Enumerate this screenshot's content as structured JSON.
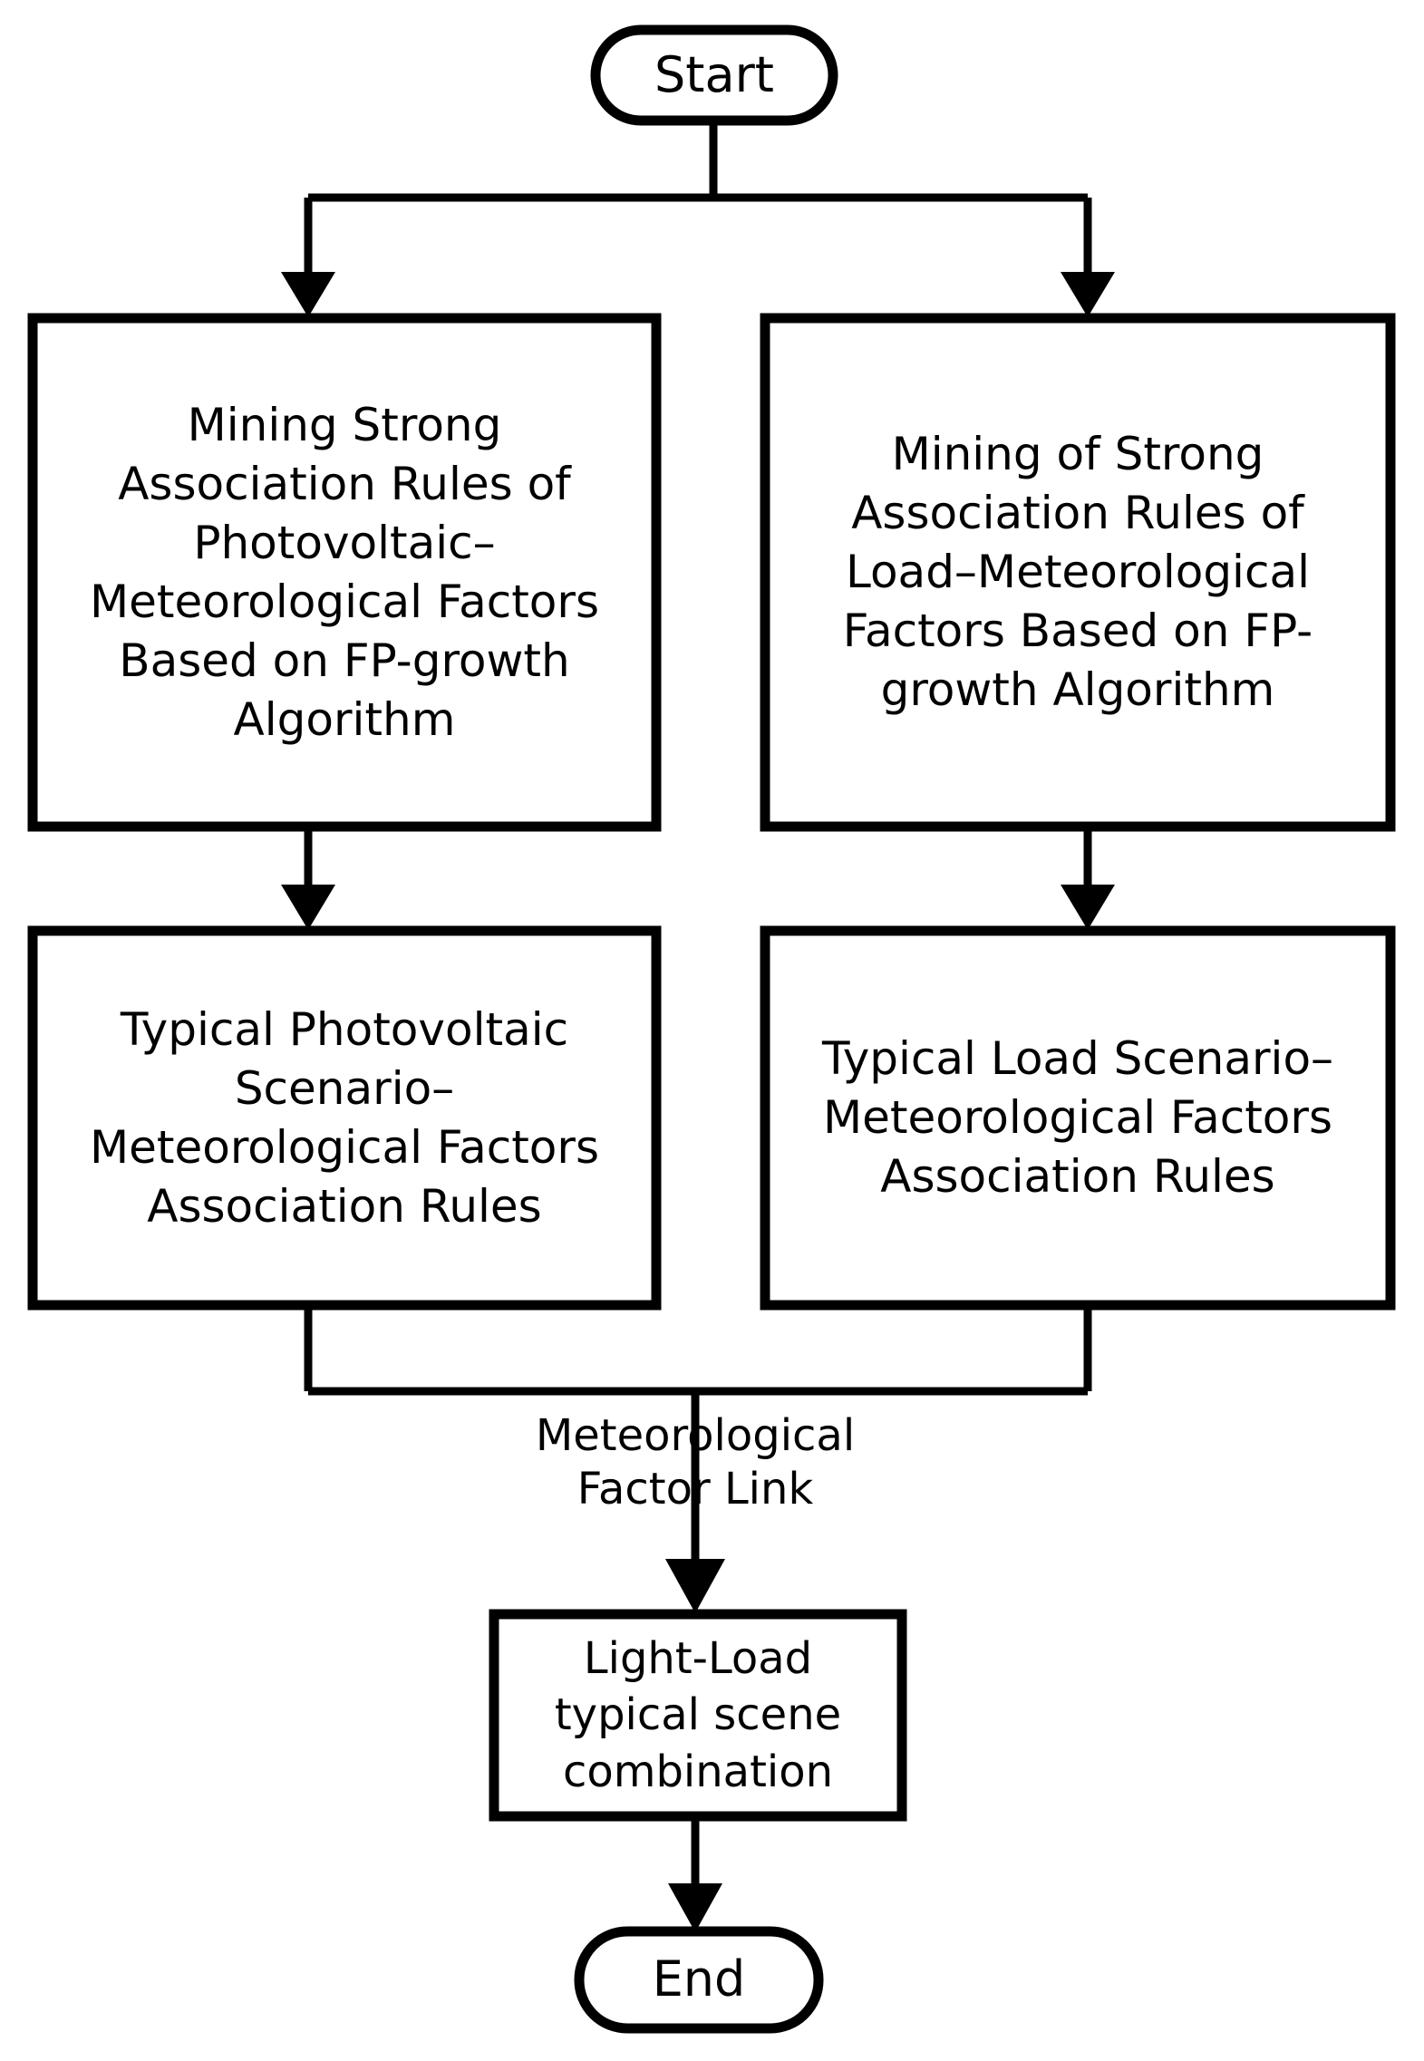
{
  "diagram": {
    "title": "Photovoltaic-Load Typical Scene Combination Flowchart",
    "background_color": "#ffffff",
    "stroke_color": "#000000"
  },
  "nodes": {
    "start": {
      "label": "Start",
      "shape": "terminator"
    },
    "mining_pv": {
      "label": "Mining Strong\nAssociation Rules of\nPhotovoltaic–\nMeteorological Factors\nBased on FP-growth\nAlgorithm",
      "shape": "process"
    },
    "mining_load": {
      "label": "Mining of Strong\nAssociation Rules of\nLoad–Meteorological\nFactors Based on FP-\ngrowth Algorithm",
      "shape": "process"
    },
    "typical_pv": {
      "label": "Typical Photovoltaic\nScenario–\nMeteorological Factors\nAssociation Rules",
      "shape": "process"
    },
    "typical_load": {
      "label": "Typical Load Scenario–\nMeteorological Factors\nAssociation Rules",
      "shape": "process"
    },
    "combination": {
      "label": "Light-Load\ntypical scene\ncombination",
      "shape": "process"
    },
    "end": {
      "label": "End",
      "shape": "terminator"
    }
  },
  "edges": {
    "merge_link": {
      "label": "Meteorological\nFactor Link"
    }
  }
}
